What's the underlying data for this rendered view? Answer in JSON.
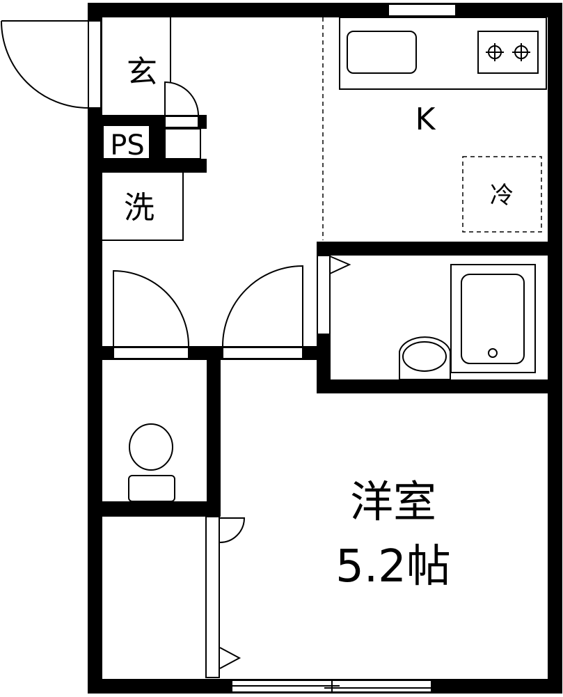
{
  "plan": {
    "labels": {
      "entrance": "玄",
      "pipe_space": "PS",
      "washer": "洗",
      "kitchen": "K",
      "fridge": "冷",
      "room_name": "洋室",
      "room_size": "5.2帖"
    },
    "colors": {
      "wall": "#000000",
      "background": "#ffffff"
    }
  }
}
